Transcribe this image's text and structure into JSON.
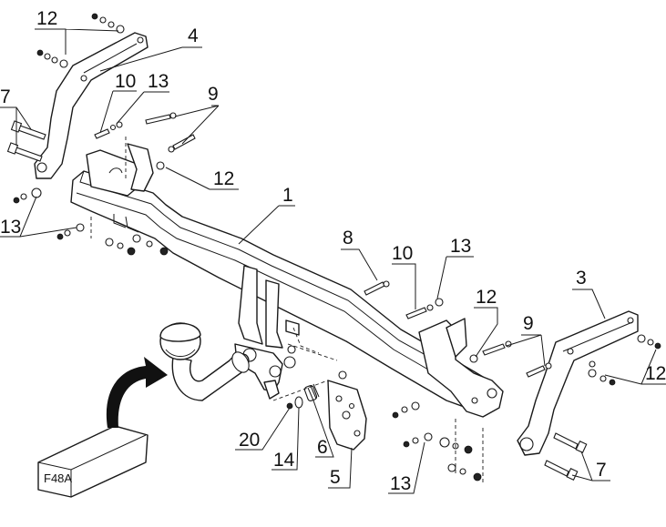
{
  "callouts": [
    {
      "id": "c12a",
      "text": "12"
    },
    {
      "id": "c4",
      "text": "4"
    },
    {
      "id": "c7a",
      "text": "7"
    },
    {
      "id": "c10a",
      "text": "10"
    },
    {
      "id": "c13a",
      "text": "13"
    },
    {
      "id": "c9a",
      "text": "9"
    },
    {
      "id": "c12b",
      "text": "12"
    },
    {
      "id": "c13b",
      "text": "13"
    },
    {
      "id": "c1",
      "text": "1"
    },
    {
      "id": "c8",
      "text": "8"
    },
    {
      "id": "c10b",
      "text": "10"
    },
    {
      "id": "c13c",
      "text": "13"
    },
    {
      "id": "c3",
      "text": "3"
    },
    {
      "id": "c12c",
      "text": "12"
    },
    {
      "id": "c9b",
      "text": "9"
    },
    {
      "id": "c12d",
      "text": "12"
    },
    {
      "id": "c20",
      "text": "20"
    },
    {
      "id": "c14",
      "text": "14"
    },
    {
      "id": "c6",
      "text": "6"
    },
    {
      "id": "c5",
      "text": "5"
    },
    {
      "id": "c13d",
      "text": "13"
    },
    {
      "id": "c7b",
      "text": "7"
    }
  ],
  "kit_box": {
    "label": "F48A"
  },
  "colors": {
    "line": "#1a1a1a",
    "fill": "#ffffff",
    "arrow": "#111111"
  }
}
